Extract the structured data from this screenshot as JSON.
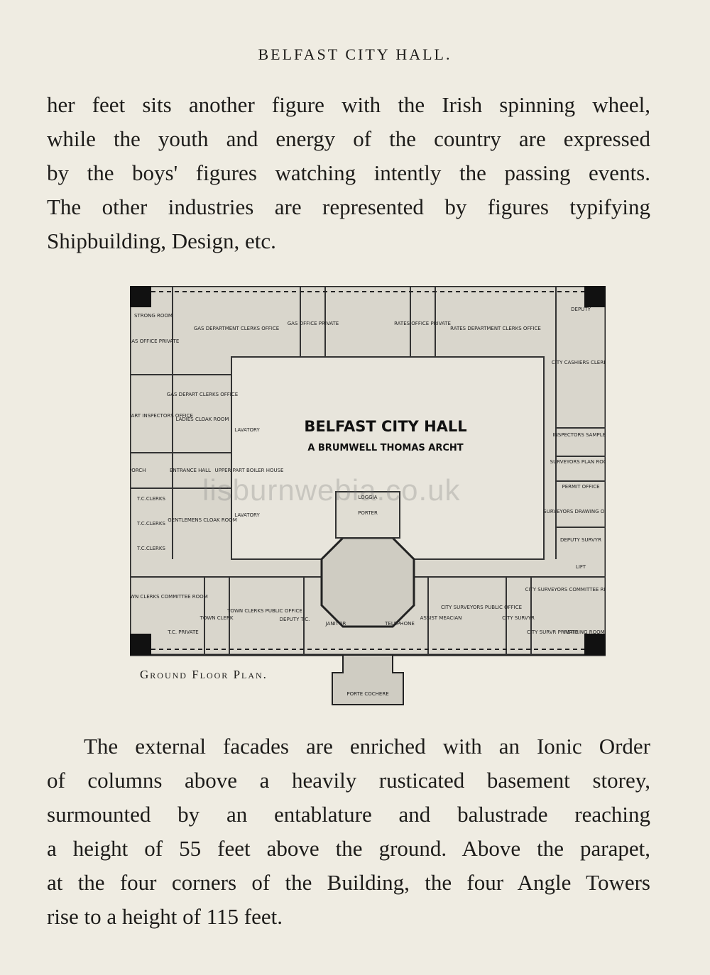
{
  "header": {
    "running_head": "BELFAST CITY HALL."
  },
  "paragraph_1": {
    "lines": [
      "her feet sits another figure with the Irish spinning wheel,",
      "while the youth and energy of the country are expressed",
      "by the boys' figures watching intently the passing events.",
      "The other industries are represented by figures typifying",
      "Shipbuilding, Design, etc."
    ]
  },
  "plan": {
    "title": "BELFAST CITY HALL",
    "architect": "A BRUMWELL THOMAS ARCHT",
    "caption": "Ground Floor Plan.",
    "rooms": {
      "strong_room": "STRONG ROOM",
      "gas_office_private": "GAS OFFICE PRIVATE",
      "gas_dept_clerks": "GAS DEPARTMENT CLERKS OFFICE",
      "gas_office": "GAS OFFICE PRIVATE",
      "rates_office": "RATES OFFICE PRIVATE",
      "rates_dept_clerks": "RATES DEPARTMENT CLERKS OFFICE",
      "deputy": "DEPUTY",
      "city_cashiers": "CITY CASHIERS CLERKS",
      "gas_dept_clerks_2": "GAS DEPART CLERKS OFFICE",
      "gas_inspectors": "GAS DEPART INSPECTORS OFFICE",
      "ladies_cloak": "LADIES CLOAK ROOM",
      "lavatory_1": "LAVATORY",
      "lavatory_2": "LAVATORY",
      "entrance_hall": "ENTRANCE HALL",
      "upper_part": "UPPER PART BOILER HOUSE",
      "porch": "PORCH",
      "tc_clerks_1": "T.C.CLERKS",
      "tc_clerks_2": "T.C.CLERKS",
      "tc_clerks_3": "T.C.CLERKS",
      "gentlemens_cloak": "GENTLEMENS CLOAK ROOM",
      "inspectors_samples": "INSPECTORS SAMPLES",
      "surveyors_plan": "SURVEYORS PLAN ROOM",
      "permit_office": "PERMIT OFFICE",
      "surveyors_drawing": "SURVEYORS DRAWING OFFICE",
      "deputy_survr": "DEPUTY SURVYR",
      "lift": "LIFT",
      "loggia": "LOGGIA",
      "porter": "PORTER",
      "town_clerks_committee": "TOWN CLERKS COMMITTEE ROOM",
      "tc_private": "T.C. PRIVATE",
      "town_clerk": "TOWN CLERK",
      "town_clerks_public": "TOWN CLERKS PUBLIC OFFICE",
      "deputy_tc": "DEPUTY T.C.",
      "janitor": "JANITOR",
      "telephone": "TELEPHONE",
      "assist_meacian": "ASSIST MEACIAN",
      "city_surveyors_public": "CITY SURVEYORS PUBLIC OFFICE",
      "city_survyr": "CITY SURVYR",
      "city_surveyors_committee": "CITY SURVEYORS COMMITTEE RM",
      "city_survr_private": "CITY SURVR PRIVATE",
      "retiring_room": "RETIRING ROOM",
      "porte_cochere": "PORTE COCHERE"
    }
  },
  "watermark": "lisburnwebia.co.uk",
  "paragraph_2": {
    "lines": [
      "The external facades are enriched with an Ionic Order",
      "of columns above a heavily rusticated basement storey,",
      "surmounted by an entablature and balustrade reaching",
      "a height of 55 feet above the ground.  Above the parapet,",
      "at the four corners of the Building, the four Angle Towers",
      "rise to a height of 115 feet."
    ]
  }
}
